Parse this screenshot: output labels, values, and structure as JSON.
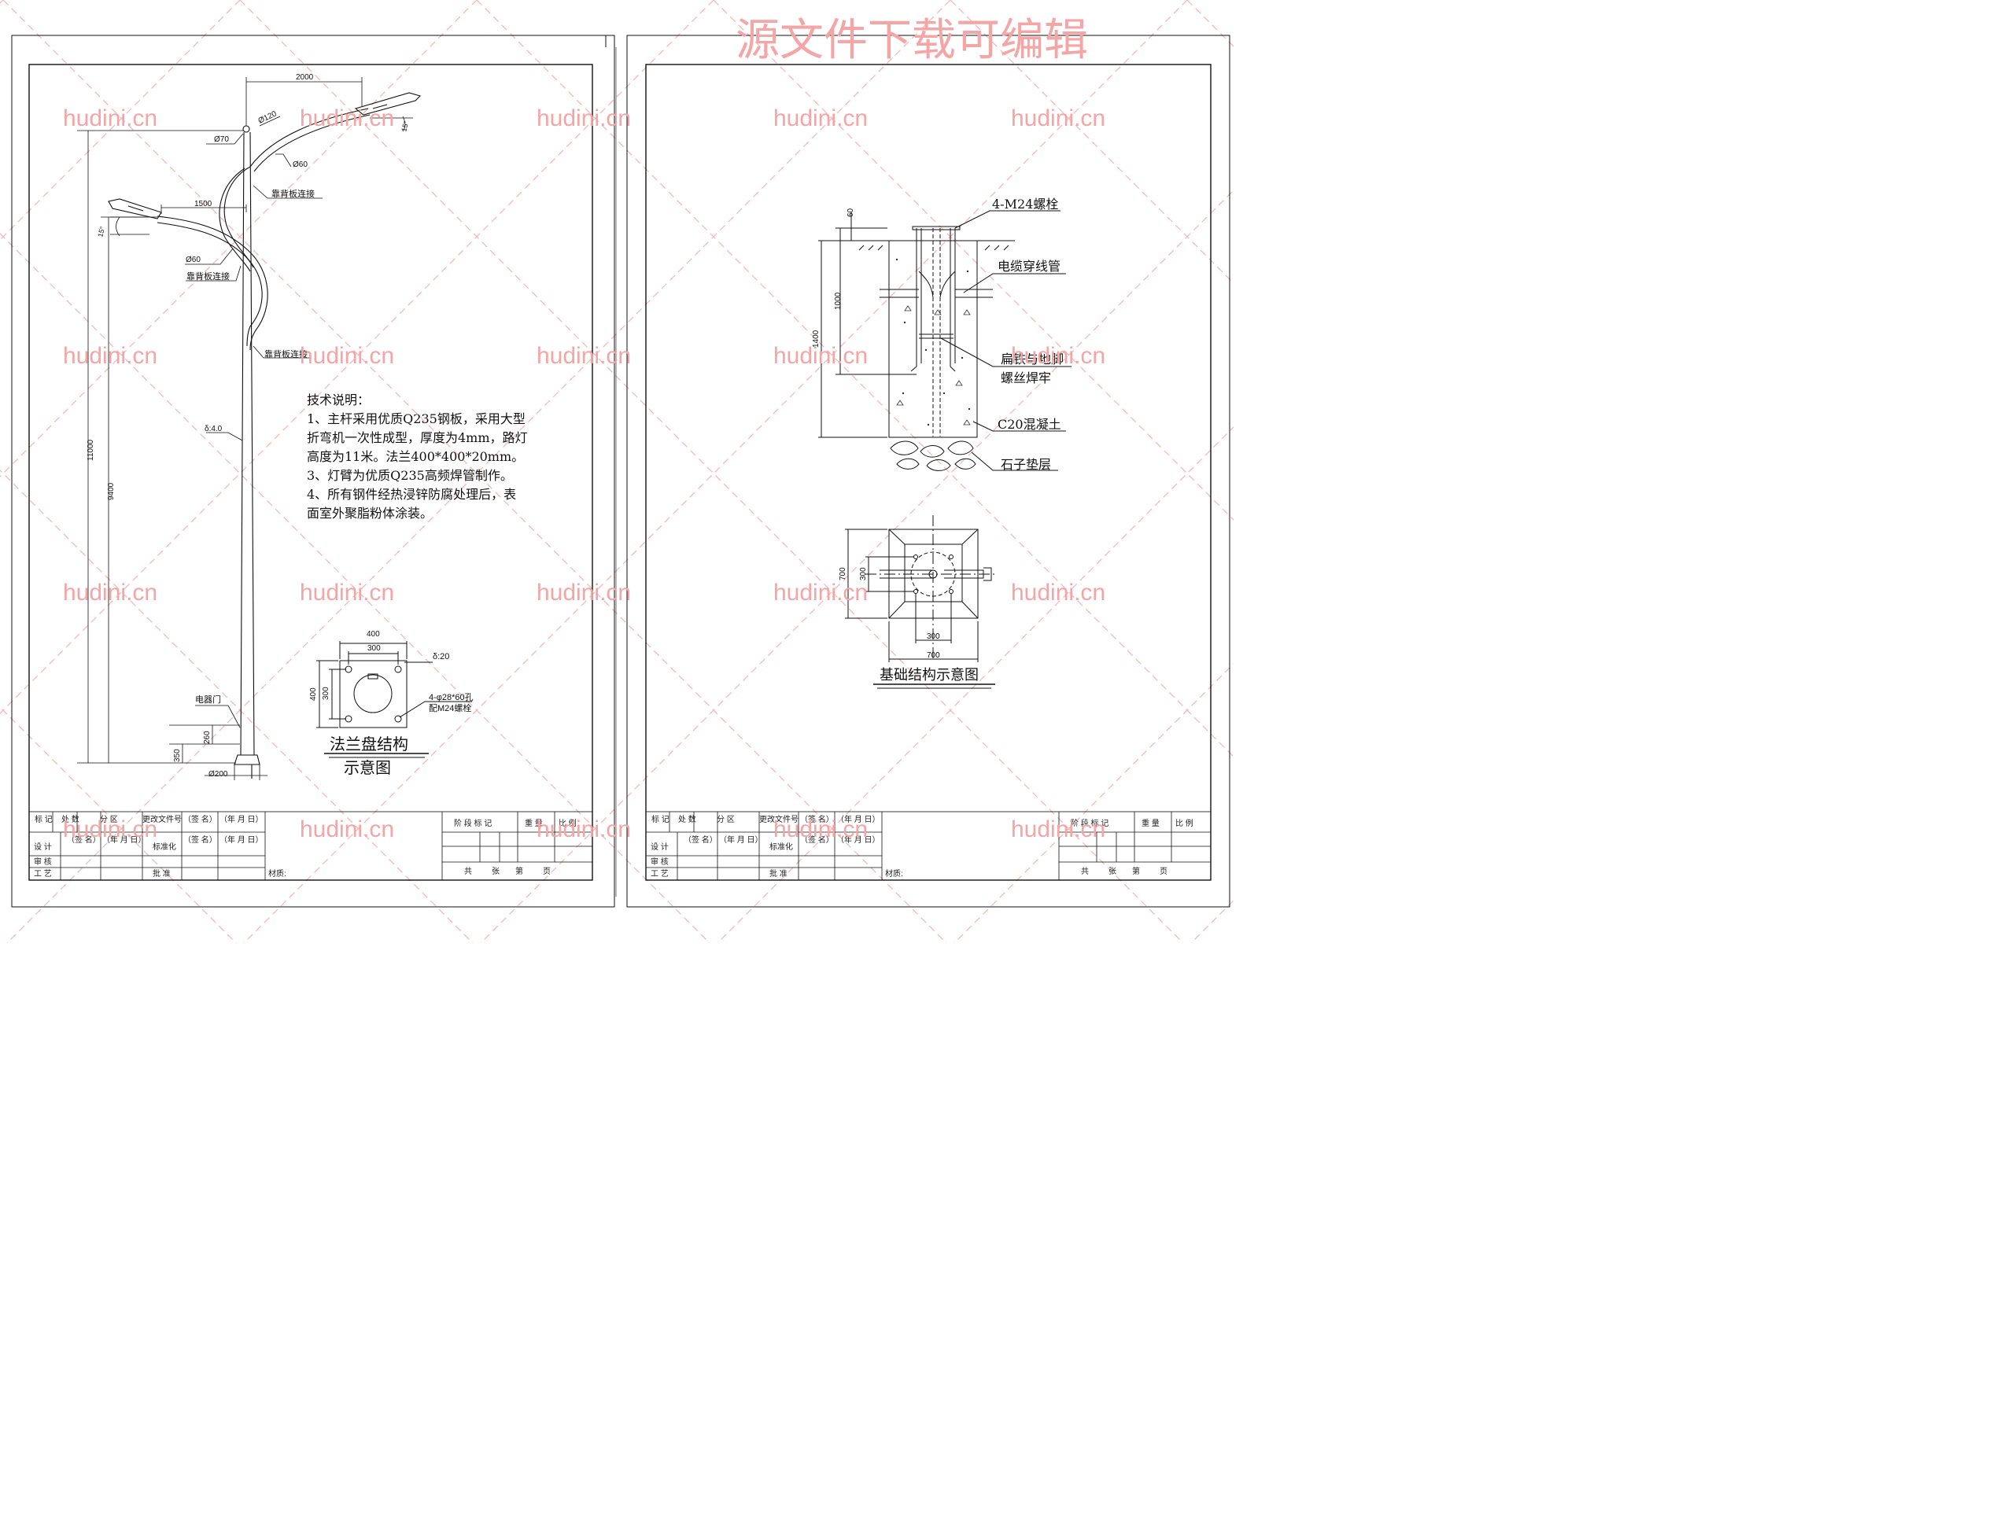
{
  "watermark": {
    "headline": "源文件下载可编辑",
    "site": "hudini.cn",
    "color": "#f4a5a5"
  },
  "pole_sheet": {
    "dims": {
      "arm_top": "2000",
      "arm_low": "1500",
      "d120": "Ø120",
      "d70": "Ø70",
      "d60_top": "Ø60",
      "d60_low": "Ø60",
      "angle_top": "15°",
      "angle_low": "15°",
      "height_total": "11000",
      "height_low": "9400",
      "door_h": "260",
      "base_h": "350",
      "base_d": "Ø200",
      "thickness": "δ:4.0"
    },
    "labels": {
      "back_weld_1": "靠背板连接",
      "back_weld_2": "靠背板连接",
      "back_weld_3": "靠背板连接",
      "door": "电器门"
    },
    "notes": {
      "title": "技术说明：",
      "lines": [
        "1、主杆采用优质Q235钢板，采用大型",
        "折弯机一次性成型，厚度为4mm，路灯",
        "高度为11米。法兰400*400*20mm。",
        "3、灯臂为优质Q235高频焊管制作。",
        "4、所有钢件经热浸锌防腐处理后，表",
        "面室外聚脂粉体涂装。"
      ]
    },
    "flange": {
      "dim_outer": "400",
      "dim_inner": "300",
      "dim_outer_v": "400",
      "dim_inner_v": "300",
      "thickness": "δ:20",
      "holes": "4-φ28*60孔",
      "bolts": "配M24螺栓",
      "title_1": "法兰盘结构",
      "title_2": "示意图"
    }
  },
  "foundation_sheet": {
    "labels": {
      "bolts": "4-M24螺栓",
      "conduit": "电缆穿线管",
      "iron_1": "扁铁与地脚",
      "iron_2": "螺丝焊牢",
      "concrete": "C20混凝土",
      "gravel": "石子垫层"
    },
    "dims": {
      "top_60": "60",
      "depth_1000": "1000",
      "depth_1400": "1400",
      "plan_700_v": "700",
      "plan_300_v": "300",
      "plan_300_h": "300",
      "plan_700_h": "700"
    },
    "plan_title": "基础结构示意图"
  },
  "title_block": {
    "row1": [
      "标 记",
      "处 数",
      "分 区",
      "更改文件号",
      "（签 名）",
      "（年 月 日）"
    ],
    "row2": [
      "设  计",
      "（签 名）",
      "（年 月 日）",
      "标准化",
      "（签 名）",
      "（年 月 日）"
    ],
    "review": "审  核",
    "craft": "工  艺",
    "approve": "批  准",
    "material": "材质:",
    "stage": "阶 段 标 记",
    "weight": "重 量",
    "ratio": "比 例",
    "sheets": [
      "共",
      "张",
      "第",
      "页"
    ]
  }
}
